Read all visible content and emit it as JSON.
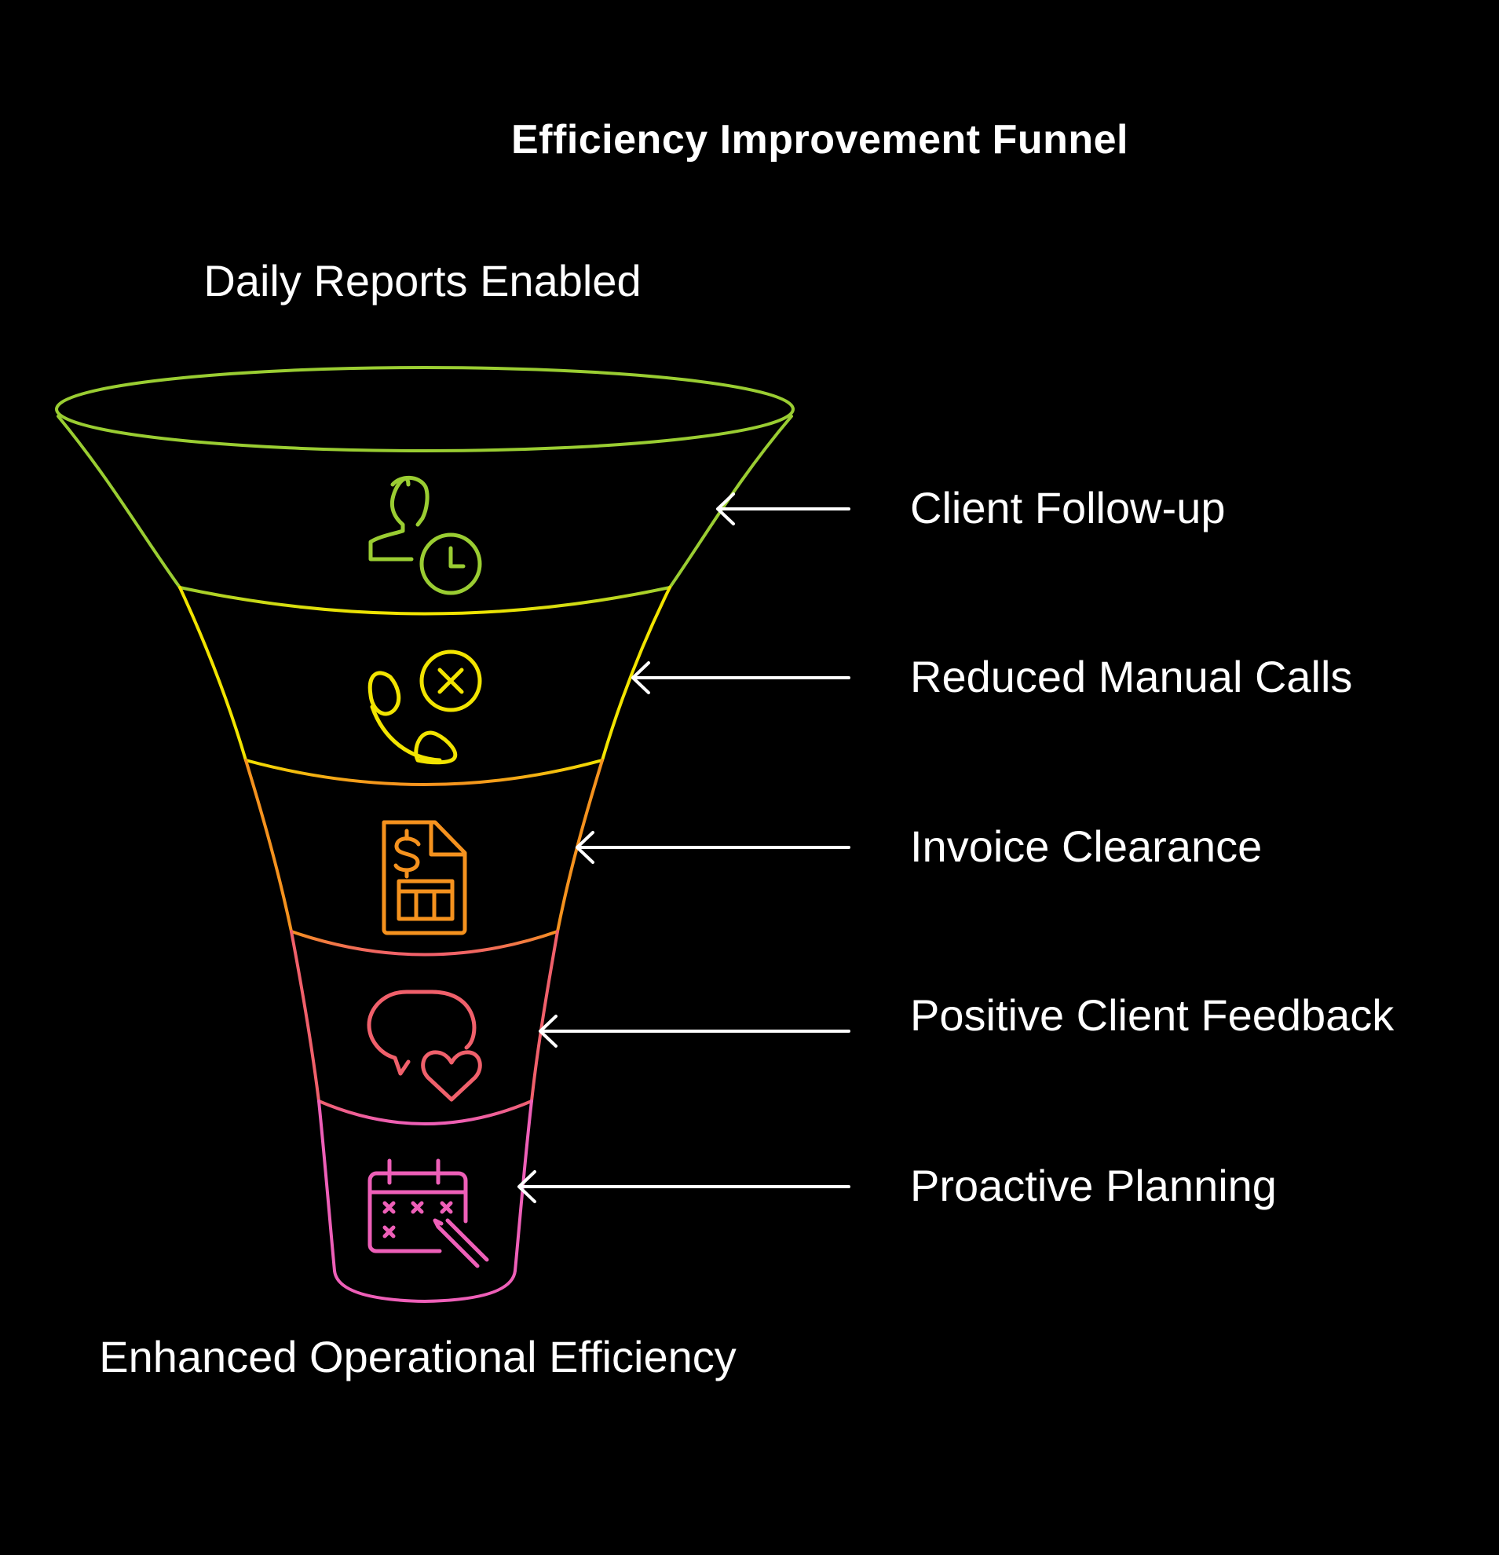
{
  "title": "Efficiency Improvement Funnel",
  "top_label": "Daily Reports Enabled",
  "bottom_label": "Enhanced Operational Efficiency",
  "stages": [
    {
      "label": "Client Follow-up",
      "icon": "user-clock-icon",
      "color": "#9ACD32"
    },
    {
      "label": "Reduced Manual Calls",
      "icon": "phone-cancel-icon",
      "color": "#F2E400"
    },
    {
      "label": "Invoice Clearance",
      "icon": "invoice-icon",
      "color": "#F5921E"
    },
    {
      "label": "Positive Client Feedback",
      "icon": "chat-heart-icon",
      "color": "#F0606B"
    },
    {
      "label": "Proactive Planning",
      "icon": "calendar-edit-icon",
      "color": "#EE5FB8"
    }
  ],
  "arrow_color": "#FFFFFF",
  "background": "#000000"
}
